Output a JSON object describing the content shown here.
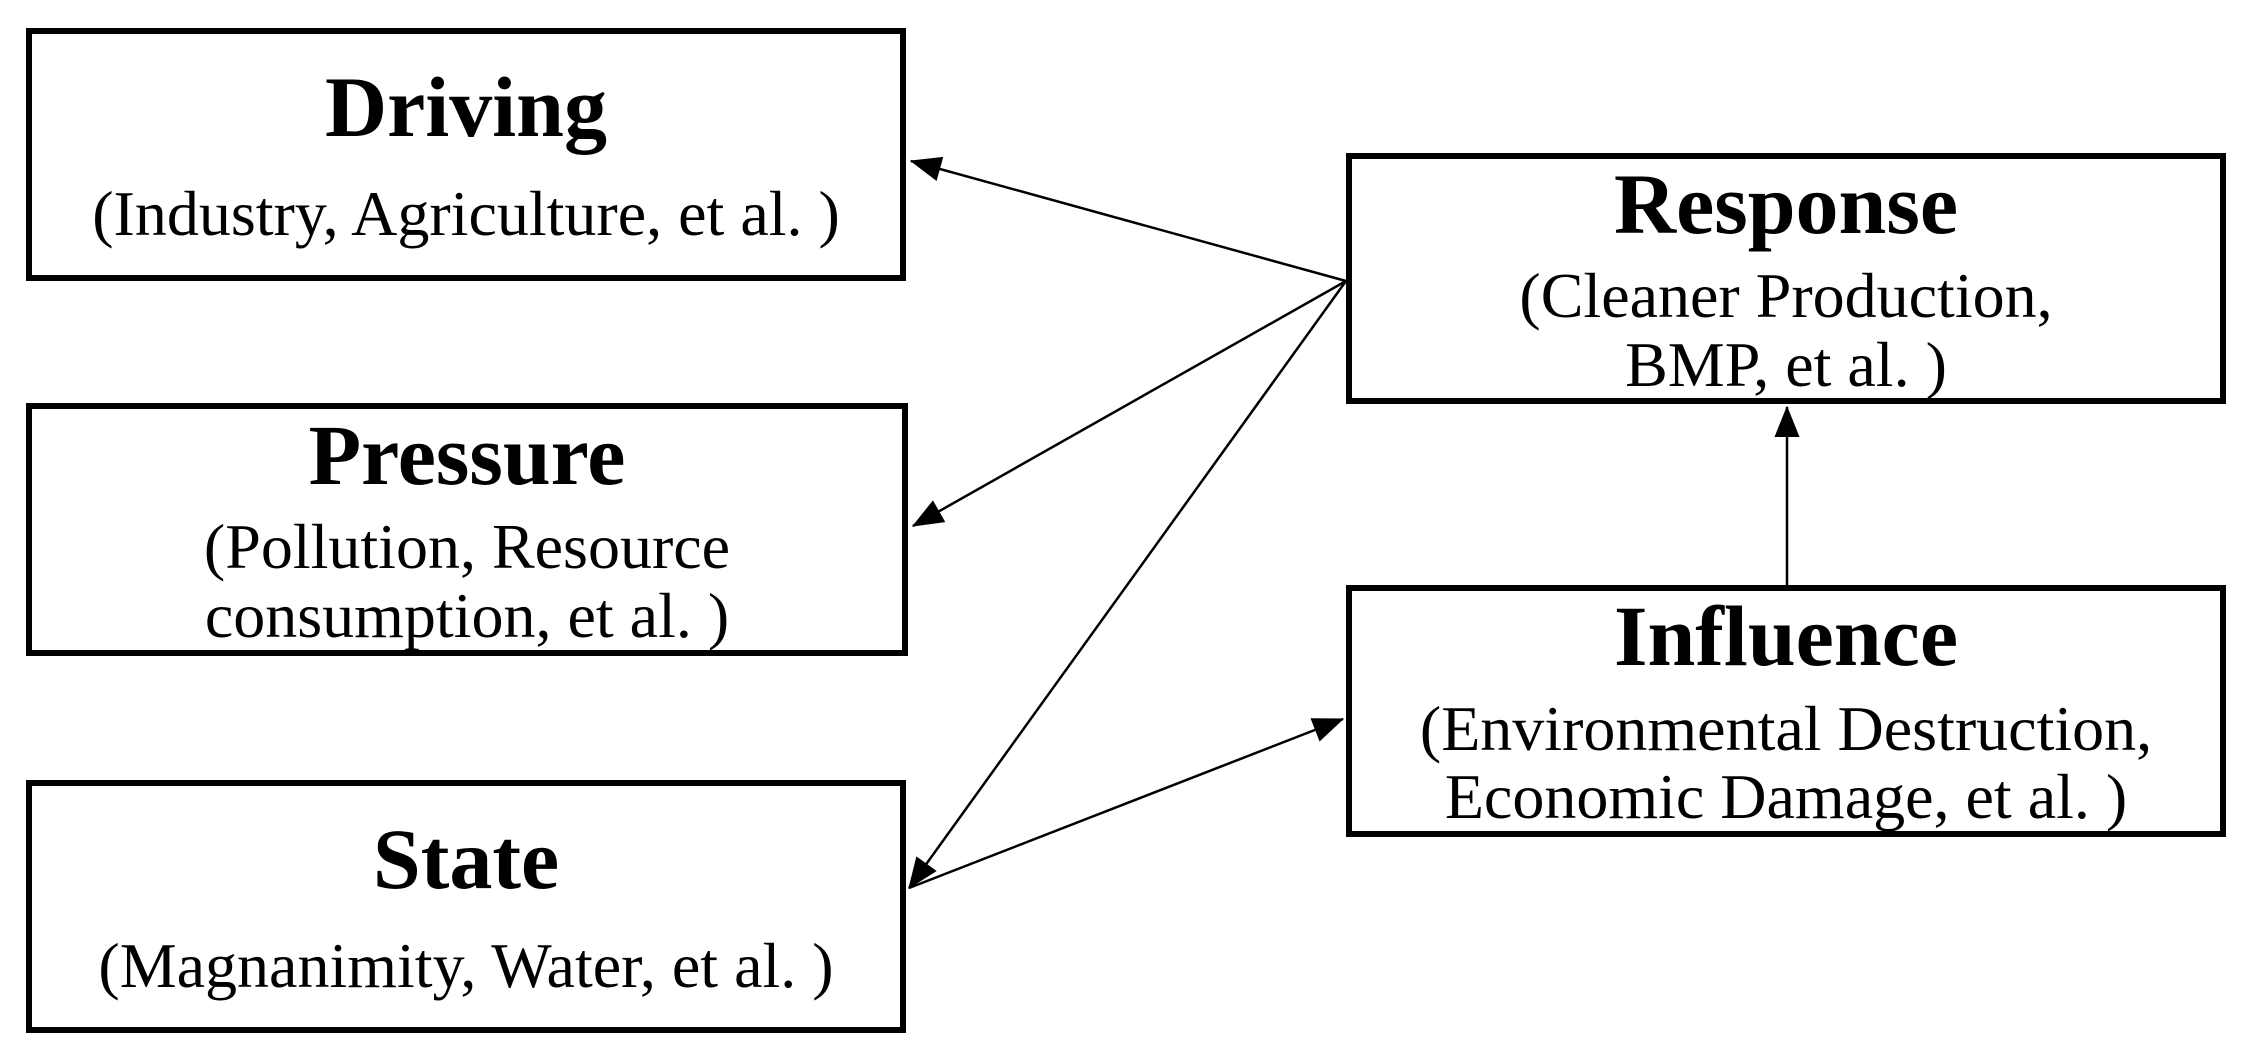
{
  "diagram": {
    "background_color": "#ffffff",
    "line_color": "#000000",
    "boxes": [
      {
        "id": "driving",
        "title": "Driving",
        "lines": [
          "(Industry, Agriculture, et al. )"
        ]
      },
      {
        "id": "pressure",
        "title": "Pressure",
        "lines": [
          "(Pollution, Resource",
          "consumption, et al. )"
        ]
      },
      {
        "id": "state",
        "title": "State",
        "lines": [
          "(Magnanimity, Water, et al. )"
        ]
      },
      {
        "id": "response",
        "title": "Response",
        "lines": [
          "(Cleaner Production,",
          "BMP, et al. )"
        ]
      },
      {
        "id": "influence",
        "title": "Influence",
        "lines": [
          "(Environmental Destruction,",
          "Economic Damage, et al. )"
        ]
      }
    ],
    "arrows": [
      {
        "from": "response",
        "to": "driving"
      },
      {
        "from": "response",
        "to": "pressure"
      },
      {
        "from": "response",
        "to": "state"
      },
      {
        "from": "state",
        "to": "influence"
      },
      {
        "from": "influence",
        "to": "response"
      }
    ]
  }
}
